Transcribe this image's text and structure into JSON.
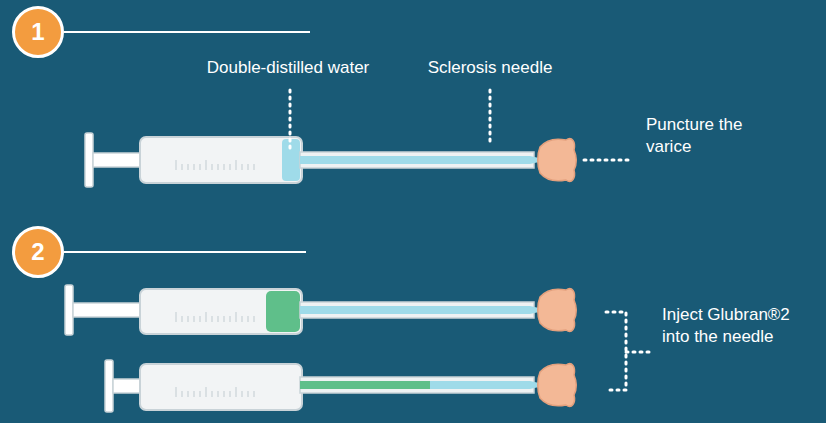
{
  "diagram": {
    "nodes": [
      {
        "text": [
          "1"
        ]
      },
      {
        "text": [
          "2"
        ]
      }
    ],
    "labels": [
      "Double-distilled water",
      "Sclerosis needle",
      "Puncture the varice",
      "Inject Glubran®2 into the needle"
    ]
  }
}
